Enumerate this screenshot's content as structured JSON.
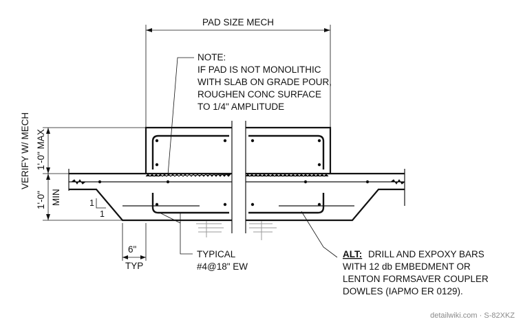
{
  "labels": {
    "pad_size": "PAD SIZE MECH",
    "note_lines": [
      "NOTE:",
      "IF PAD IS NOT MONOLITHIC",
      "WITH SLAB ON GRADE POUR,",
      "ROUGHEN CONC SURFACE",
      "TO 1/4\" AMPLITUDE"
    ],
    "verify": "VERIFY W/ MECH",
    "one_ft_max": "1'-0\" MAX",
    "one_ft_min_value": "1'-0\"",
    "min": "MIN",
    "slope_rise": "1",
    "slope_run": "1",
    "six_inch": "6\"",
    "typ": "TYP",
    "typical_lines": [
      "TYPICAL",
      "#4@18\" EW"
    ],
    "alt_prefix": "ALT:",
    "alt_lines": [
      "DRILL AND EXPOXY BARS",
      "WITH 12 db EMBEDMENT OR",
      "LENTON FORMSAVER COUPLER",
      "DOWLES (IAPMO ER 0129)."
    ],
    "watermark": "detailwiki.com · S-82XKZ"
  }
}
